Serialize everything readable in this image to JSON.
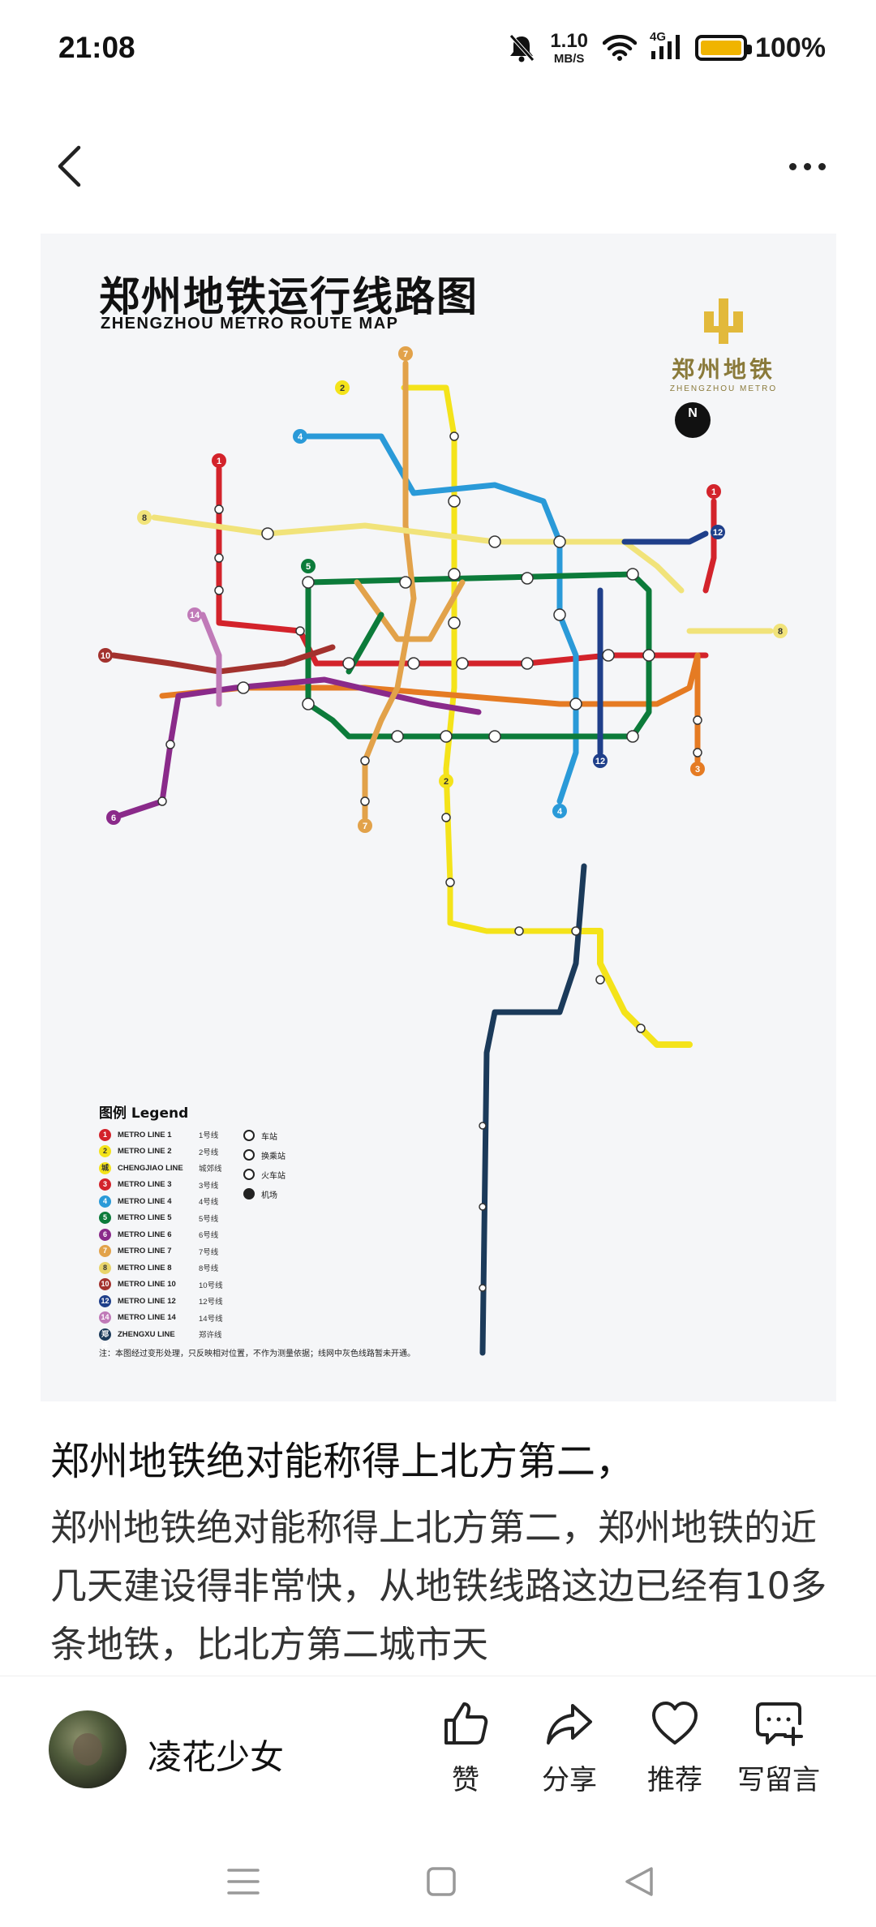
{
  "status_bar": {
    "time": "21:08",
    "net_speed_value": "1.10",
    "net_speed_unit": "MB/S",
    "network_type": "4G",
    "battery_percent": "100%",
    "battery_level": 1.0,
    "icons": [
      "mute-icon",
      "wifi-icon",
      "cellular-icon",
      "battery-icon"
    ]
  },
  "top_nav": {
    "back_icon": "chevron-left-icon",
    "more_icon": "more-horizontal-icon"
  },
  "map": {
    "title_cn": "郑州地铁运行线路图",
    "title_en": "ZHENGZHOU METRO ROUTE MAP",
    "logo_cn": "郑州地铁",
    "logo_en": "ZHENGZHOU METRO",
    "north_label": "N",
    "legend_title": "图例 Legend",
    "legend": [
      {
        "num": "1",
        "en": "METRO LINE 1",
        "cn": "1号线",
        "color": "#d3232b"
      },
      {
        "num": "2",
        "en": "METRO LINE 2",
        "cn": "2号线",
        "color": "#f4e31a"
      },
      {
        "num": "城",
        "en": "CHENGJIAO LINE",
        "cn": "城郊线",
        "color": "#f4e31a"
      },
      {
        "num": "3",
        "en": "METRO LINE 3",
        "cn": "3号线",
        "color": "#d3232b"
      },
      {
        "num": "4",
        "en": "METRO LINE 4",
        "cn": "4号线",
        "color": "#2a9ad8"
      },
      {
        "num": "5",
        "en": "METRO LINE 5",
        "cn": "5号线",
        "color": "#0c7b3a"
      },
      {
        "num": "6",
        "en": "METRO LINE 6",
        "cn": "6号线",
        "color": "#8a2a8a"
      },
      {
        "num": "7",
        "en": "METRO LINE 7",
        "cn": "7号线",
        "color": "#e2a24a"
      },
      {
        "num": "8",
        "en": "METRO LINE 8",
        "cn": "8号线",
        "color": "#e8d46a"
      },
      {
        "num": "10",
        "en": "METRO LINE 10",
        "cn": "10号线",
        "color": "#a3322e"
      },
      {
        "num": "12",
        "en": "METRO LINE 12",
        "cn": "12号线",
        "color": "#1f3f8a"
      },
      {
        "num": "14",
        "en": "METRO LINE 14",
        "cn": "14号线",
        "color": "#c07ab8"
      },
      {
        "num": "郑许",
        "en": "ZHENGXU LINE",
        "cn": "郑许线",
        "color": "#1b3a5a"
      }
    ],
    "symbols": [
      {
        "label": "车站",
        "icon": "station-icon"
      },
      {
        "label": "换乘站",
        "icon": "transfer-station-icon"
      },
      {
        "label": "火车站",
        "icon": "railway-station-icon"
      },
      {
        "label": "机场",
        "icon": "airport-icon"
      }
    ],
    "note": "注：本图经过变形处理，只反映相对位置，不作为测量依据；线网中灰色线路暂未开通。",
    "line_colors": {
      "line1": "#d3232b",
      "line2": "#f4e31a",
      "line3": "#e57b23",
      "line4": "#2a9ad8",
      "line5": "#0c7b3a",
      "line6": "#8a2a8a",
      "line7": "#e2a24a",
      "line8": "#f1e37a",
      "line10": "#a3322e",
      "line12": "#1f3f8a",
      "line14": "#c07ab8",
      "zhengxu": "#1b3a5a"
    }
  },
  "article": {
    "heading": "郑州地铁绝对能称得上北方第二，",
    "body": "郑州地铁绝对能称得上北方第二，郑州地铁的近几天建设得非常快，从地铁线路这边已经有10多条地铁，比北方第二城市天"
  },
  "action_bar": {
    "author_name": "凌花少女",
    "like_label": "赞",
    "share_label": "分享",
    "recommend_label": "推荐",
    "comment_label": "写留言"
  },
  "nav_bar": {
    "icons": [
      "menu-icon",
      "home-square-icon",
      "back-triangle-icon"
    ]
  }
}
